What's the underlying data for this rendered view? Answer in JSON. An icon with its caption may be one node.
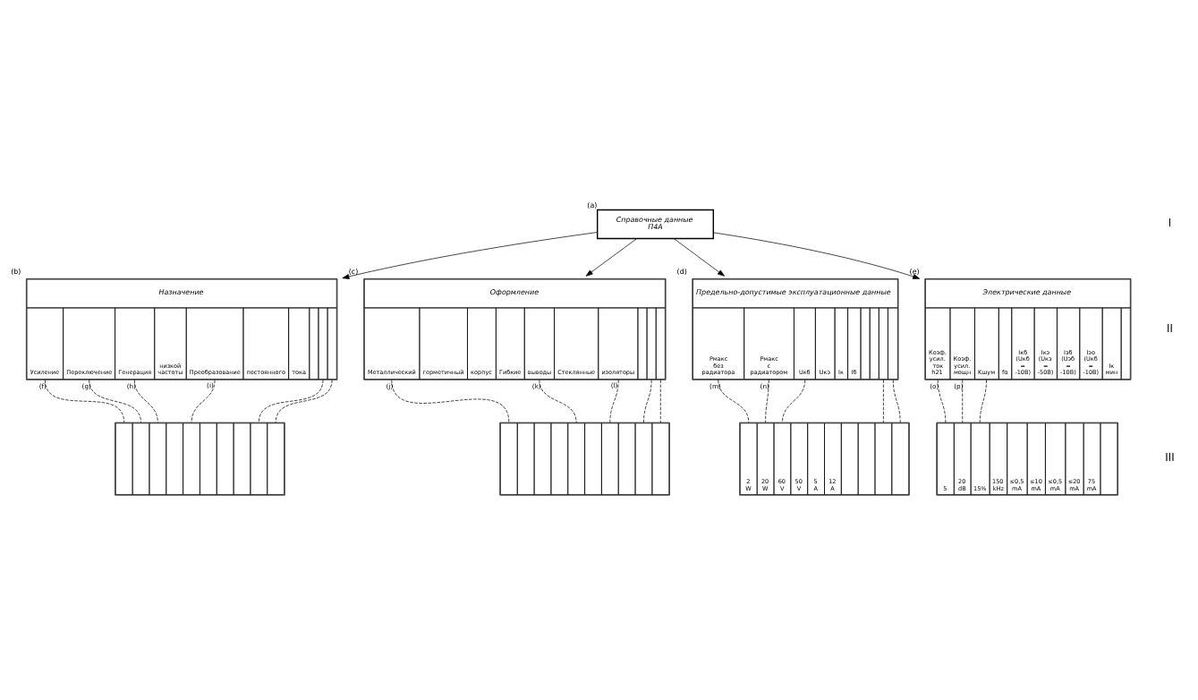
{
  "diagram": {
    "nodes": [
      {
        "text": [
          "Справочные данные",
          "П4А"
        ],
        "beside": [
          "(a)"
        ]
      },
      {
        "text": [
          "Назначение",
          "Усиление",
          "Переключение",
          "Генерация",
          "низкой частоты",
          "Преобразование",
          "постоянного",
          "тока"
        ],
        "beside": [
          "(b)"
        ]
      },
      {
        "text": [
          "Оформление",
          "Металлический",
          "герметичный",
          "корпус",
          "Гибкие",
          "выводы",
          "Стеклянные",
          "изоляторы"
        ],
        "beside": [
          "(c)"
        ]
      },
      {
        "text": [
          "Предельно-допустимые эксплуатационные данные",
          "Pмакс без радиатора",
          "Pмакс с радиатором",
          "Uкб",
          "Uкэ",
          "Iк",
          "Iб"
        ],
        "beside": [
          "(d)"
        ]
      },
      {
        "text": [
          "Электрические данные",
          "Коэф. усил. ток h21",
          "Коэф. усил. мощн",
          "Kшум",
          "fα",
          "Iкб (Uкб = -10В)",
          "Iкэ (Uкэ = -50В)",
          "Iэб (Uэб = -10В)",
          "Iэо (Uкб = -10В)",
          "Iк мин"
        ],
        "beside": [
          "(e)"
        ]
      },
      {
        "text": [],
        "shape": "box"
      },
      {
        "text": [],
        "shape": "box"
      },
      {
        "text": [
          "2 W",
          "20 W",
          "60 V",
          "50 V",
          "5 A",
          "12 A"
        ]
      },
      {
        "text": [
          "5",
          "20 dB",
          "15%",
          "150 kHz",
          "≤0,5 mA",
          "≤10 mA",
          "≤0,5 mA",
          "≤20 mA",
          "75 mA"
        ]
      }
    ],
    "edges": [
      {
        "from": 0,
        "to": 1,
        "arrow": "to"
      },
      {
        "from": 0,
        "to": 2,
        "arrow": "to"
      },
      {
        "from": 0,
        "to": 3,
        "arrow": "to"
      },
      {
        "from": 0,
        "to": 4,
        "arrow": "to"
      },
      {
        "from": 1,
        "to": 5,
        "arrow": "none",
        "style": "dashed",
        "label": "(f)"
      },
      {
        "from": 1,
        "to": 5,
        "arrow": "none",
        "style": "dashed",
        "label": "(g)"
      },
      {
        "from": 1,
        "to": 5,
        "arrow": "none",
        "style": "dashed",
        "label": "(h)"
      },
      {
        "from": 1,
        "to": 5,
        "arrow": "none",
        "style": "dashed",
        "label": "(i)"
      },
      {
        "from": 1,
        "to": 5,
        "arrow": "none",
        "style": "dashed"
      },
      {
        "from": 1,
        "to": 5,
        "arrow": "none",
        "style": "dashed"
      },
      {
        "from": 2,
        "to": 6,
        "arrow": "none",
        "style": "dashed",
        "label": "(j)"
      },
      {
        "from": 2,
        "to": 6,
        "arrow": "none",
        "style": "dashed",
        "label": "(k)"
      },
      {
        "from": 2,
        "to": 6,
        "arrow": "none",
        "style": "dashed",
        "label": "(l)"
      },
      {
        "from": 2,
        "to": 6,
        "arrow": "none",
        "style": "dashed"
      },
      {
        "from": 2,
        "to": 6,
        "arrow": "none",
        "style": "dashed"
      },
      {
        "from": 3,
        "to": 7,
        "arrow": "none",
        "style": "dashed",
        "label": "(m)"
      },
      {
        "from": 3,
        "to": 7,
        "arrow": "none",
        "style": "dashed",
        "label": "(n)"
      },
      {
        "from": 3,
        "to": 7,
        "arrow": "none",
        "style": "dashed"
      },
      {
        "from": 3,
        "to": 7,
        "arrow": "none",
        "style": "dashed"
      },
      {
        "from": 3,
        "to": 7,
        "arrow": "none",
        "style": "dashed"
      },
      {
        "from": 4,
        "to": 8,
        "arrow": "none",
        "style": "dashed",
        "label": "(o)"
      },
      {
        "from": 4,
        "to": 8,
        "arrow": "none",
        "style": "dashed",
        "label": "(p)"
      },
      {
        "from": 4,
        "to": 8,
        "arrow": "none",
        "style": "dashed"
      }
    ],
    "labels": [
      "I",
      "II",
      "III"
    ]
  }
}
